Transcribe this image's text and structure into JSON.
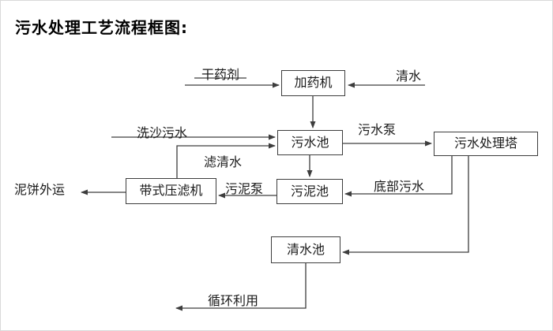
{
  "title": "污水处理工艺流程框图:",
  "nodes": {
    "dosing_machine": "加药机",
    "sewage_pool": "污水池",
    "treatment_tower": "污水处理塔",
    "sludge_pool": "污泥池",
    "belt_filter_press": "带式压滤机",
    "clean_water_pool": "清水池"
  },
  "labels": {
    "dry_agent": "干药剂",
    "clean_water": "清水",
    "sand_washing_sewage": "洗沙污水",
    "filtered_water": "滤清水",
    "sewage_pump": "污水泵",
    "sludge_pump": "污泥泵",
    "mud_cake_out": "泥饼外运",
    "bottom_sewage": "底部污水",
    "recycle": "循环利用"
  },
  "colors": {
    "line": "#3d3d3d",
    "node_border": "#3d3d3d",
    "text": "#1a1a1a",
    "background": "#ffffff"
  }
}
